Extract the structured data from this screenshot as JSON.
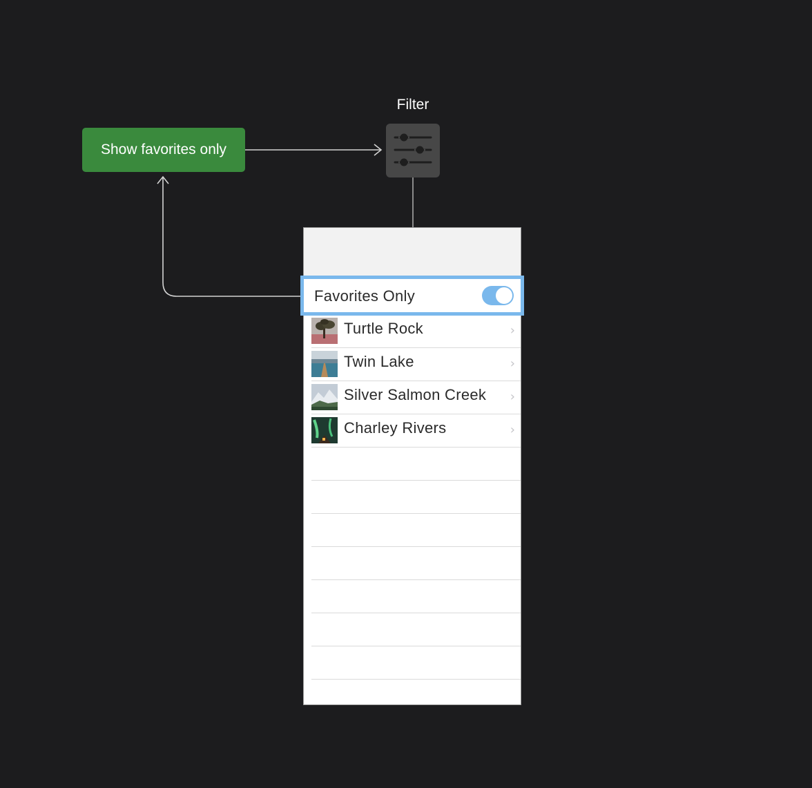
{
  "action": {
    "label": "Show favorites only",
    "color": "#3a8a3d"
  },
  "filter": {
    "label": "Filter",
    "icon": "sliders-icon"
  },
  "toggle_row": {
    "label": "Favorites Only",
    "on": true,
    "highlight_color": "#7ab8ec"
  },
  "landmarks": [
    {
      "name": "Turtle Rock"
    },
    {
      "name": "Twin Lake"
    },
    {
      "name": "Silver Salmon Creek"
    },
    {
      "name": "Charley Rivers"
    }
  ],
  "chevron_glyph": "›"
}
